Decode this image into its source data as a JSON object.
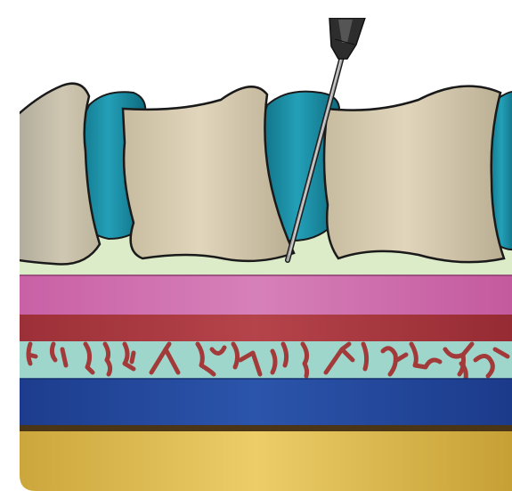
{
  "diagram": {
    "colors": {
      "background": "#ffffff",
      "outline": "#1a1a1a",
      "bone": "#d9ccb0",
      "bone_shade": "#b4a88e",
      "disc": "#1b8aa0",
      "disc_dark": "#0f5f72",
      "ligament": "#dcebc8",
      "muscle_pink": "#c868a8",
      "muscle_pink_light": "#d47fb8",
      "fascia_red": "#a8353c",
      "fat_teal": "#9fd6cc",
      "vessel": "#a33a3a",
      "dermis_blue": "#1f3f8f",
      "dermis_blue_light": "#2a52a8",
      "epidermis_brown": "#4a3517",
      "skin_gold": "#d8b446",
      "skin_gold_light": "#ebcf68",
      "needle_shaft": "#9a9a9a",
      "needle_hub": "#3a3a3a"
    },
    "layers": [
      {
        "name": "ligament-layer"
      },
      {
        "name": "muscle-layer"
      },
      {
        "name": "fascia-layer"
      },
      {
        "name": "fat-layer"
      },
      {
        "name": "dermis-layer"
      },
      {
        "name": "epidermis-layer"
      },
      {
        "name": "skin-surface-layer"
      }
    ],
    "icons": [
      "needle-icon",
      "vertebra-icon",
      "intervertebral-disc-icon",
      "blood-vessel-icon"
    ]
  }
}
